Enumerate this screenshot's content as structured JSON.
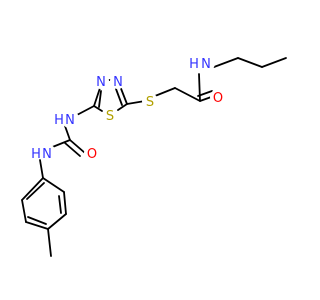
{
  "molecule": {
    "atoms": [
      {
        "label": "N",
        "color": "#3333ff"
      },
      {
        "label": "N",
        "color": "#3333ff"
      },
      {
        "label": "S",
        "color": "#b2a100"
      },
      {
        "label": "S",
        "color": "#b2a100"
      },
      {
        "label": "O",
        "color": "#ff0000"
      },
      {
        "label": "N",
        "color": "#3333ff"
      },
      {
        "label": "H",
        "color": "#3333ff"
      },
      {
        "label": "N",
        "color": "#3333ff"
      },
      {
        "label": "H",
        "color": "#3333ff"
      },
      {
        "label": "O",
        "color": "#ff0000"
      },
      {
        "label": "N",
        "color": "#3333ff"
      },
      {
        "label": "H",
        "color": "#3333ff"
      }
    ]
  }
}
